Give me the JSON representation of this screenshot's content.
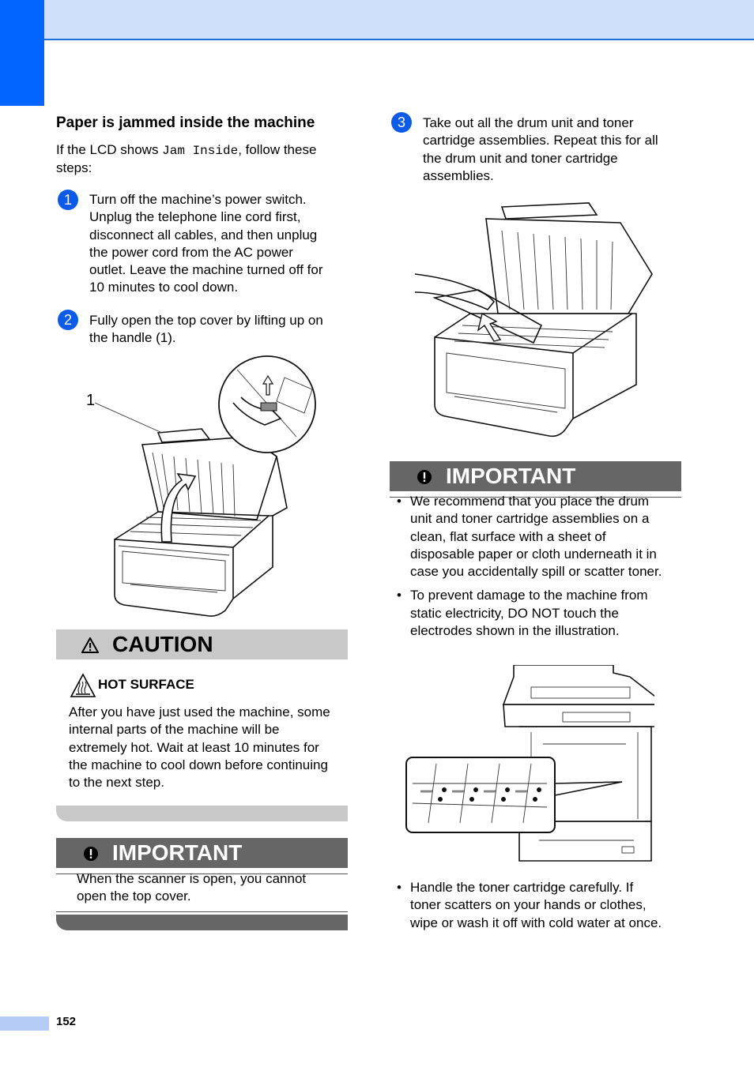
{
  "page": {
    "section_title": "Paper is jammed inside the machine",
    "intro_before": "If the LCD shows ",
    "intro_code": "Jam Inside",
    "intro_after": ", follow these",
    "intro_line2": "steps:",
    "page_number": "152"
  },
  "steps": [
    {
      "number": "1",
      "lines": [
        "Turn off the machine’s power switch.",
        "Unplug the telephone line cord first,",
        "disconnect all cables, and then unplug",
        "the power cord from the AC power",
        "outlet. Leave the machine turned off for",
        "10 minutes to cool down."
      ]
    },
    {
      "number": "2",
      "lines": [
        "Fully open the top cover by lifting up on",
        "the handle (1)."
      ]
    },
    {
      "number": "3",
      "lines": [
        "Take out all the drum unit and toner",
        "cartridge assemblies. Repeat this for all",
        "the drum unit and toner cartridge",
        "assemblies."
      ]
    }
  ],
  "figure1": {
    "callout": "1"
  },
  "caution": {
    "title": "CAUTION",
    "subtitle": "HOT SURFACE",
    "lines": [
      "After you have just used the machine, some",
      "internal parts of the machine will be",
      "extremely hot. Wait at least 10 minutes for",
      "the machine to cool down before continuing",
      "to the next step."
    ]
  },
  "important_left": {
    "title": "IMPORTANT",
    "lines": [
      "When the scanner is open, you cannot",
      "open the top cover."
    ]
  },
  "important_right": {
    "title": "IMPORTANT",
    "bullets": [
      [
        "We recommend that you place the drum",
        "unit and toner cartridge assemblies on a",
        "clean, flat surface with a sheet of",
        "disposable paper or cloth underneath it in",
        "case you accidentally spill or scatter toner."
      ],
      [
        "To prevent damage to the machine from",
        "static electricity, DO NOT touch the",
        "electrodes shown in the illustration."
      ]
    ],
    "after_bullets": [
      [
        "Handle the toner cartridge carefully. If",
        "toner scatters on your hands or clothes,",
        "wipe or wash it off with cold water at once."
      ]
    ]
  },
  "colors": {
    "header_band": "#cfe0fb",
    "header_rule": "#1f6fd6",
    "blue_tab": "#0066ff",
    "step_badge": "#0b5be8",
    "caution_bar": "#c8c8c8",
    "important_bar": "#666666",
    "page_tab": "#b5cdf6"
  },
  "icons": {
    "step_badge": "numbered-circle",
    "caution": "warning-triangle-icon",
    "hot_surface": "hot-surface-icon",
    "important": "exclamation-circle-icon"
  }
}
